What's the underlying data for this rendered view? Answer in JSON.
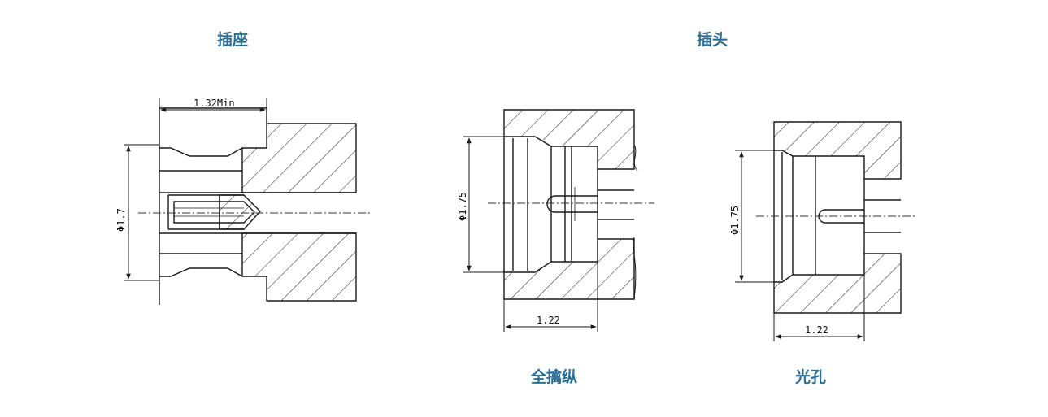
{
  "headings": {
    "socket": "插座",
    "plug": "插头",
    "full_detent": "全擒纵",
    "smooth_bore": "光孔"
  },
  "socket": {
    "length_label": "1.32Min",
    "diameter_label": "Φ1.7"
  },
  "full_detent_plug": {
    "diameter_label": "Φ1.75",
    "length_label": "1.22"
  },
  "smooth_bore_plug": {
    "diameter_label": "Φ1.75",
    "length_label": "1.22"
  },
  "colors": {
    "heading": "#2a6f97",
    "line": "#1a1a1a",
    "centerline": "#333333"
  }
}
